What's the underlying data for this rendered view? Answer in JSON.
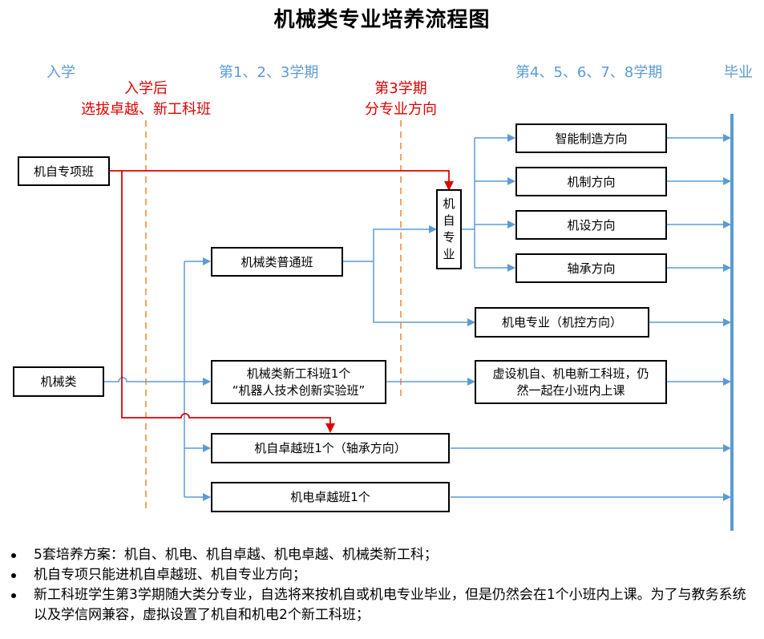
{
  "title": "机械类专业培养流程图",
  "phases": {
    "enroll": "入学",
    "term123": "第1、2、3学期",
    "term4to8": "第4、5、6、7、8学期",
    "graduate": "毕业"
  },
  "milestones": {
    "after_enroll": [
      "入学后",
      "选拔卓越、新工科班"
    ],
    "term3": [
      "第3学期",
      "分专业方向"
    ]
  },
  "boxes": {
    "jizi_special": "机自专项班",
    "mech_general": "机械类",
    "mech_regular_class": "机械类普通班",
    "jizi_major": [
      "机",
      "自",
      "专",
      "业"
    ],
    "smart_mfg": "智能制造方向",
    "jizhi": "机制方向",
    "jishe": "机设方向",
    "bearing": "轴承方向",
    "jidian_major": "机电专业（机控方向）",
    "new_eng_class": [
      "机械类新工科班1个",
      "“机器人技术创新实验班”"
    ],
    "virtual_class": [
      "虚设机自、机电新工科班，仍",
      "然一起在小班内上课"
    ],
    "jizi_excellence": "机自卓越班1个（轴承方向）",
    "jidian_excellence": "机电卓越班1个"
  },
  "notes": [
    "5套培养方案：机自、机电、机自卓越、机电卓越、机械类新工科；",
    "机自专项只能进机自卓越班、机自专业方向；",
    "新工科班学生第3学期随大类分专业，自选将来按机自或机电专业毕业，但是仍然会在1个小班内上课。为了与教务系统以及学信网兼容，虚拟设置了机自和机电2个新工科班；"
  ],
  "colors": {
    "flow_blue": "#5b9bd5",
    "special_red": "#e00000",
    "milestone_orange": "#f4a460"
  }
}
